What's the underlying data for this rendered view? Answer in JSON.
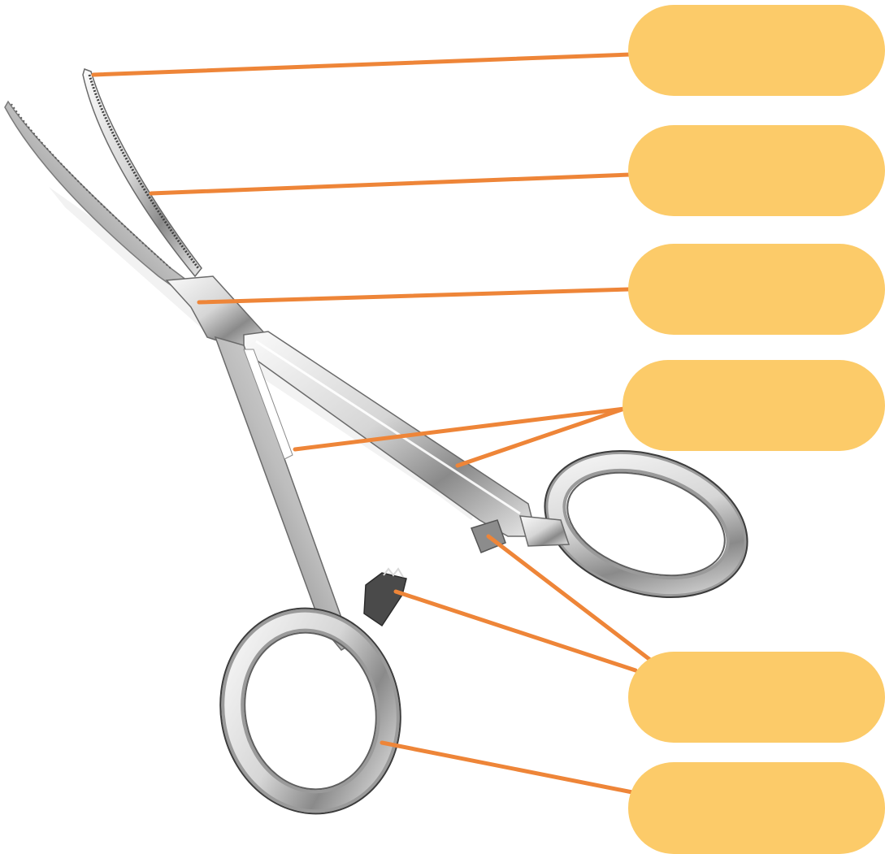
{
  "diagram": {
    "subject": "hemostat",
    "colors": {
      "background": "#ffffff",
      "label_box": "#FCCB69",
      "leader_line": "#EE8538",
      "steel_light": "#f4f4f4",
      "steel_mid": "#c9c9c9",
      "steel_dark": "#6f6f6f"
    },
    "labels": [
      {
        "id": "label-1",
        "text": ""
      },
      {
        "id": "label-2",
        "text": ""
      },
      {
        "id": "label-3",
        "text": ""
      },
      {
        "id": "label-4",
        "text": ""
      },
      {
        "id": "label-5",
        "text": ""
      },
      {
        "id": "label-6",
        "text": ""
      }
    ]
  }
}
